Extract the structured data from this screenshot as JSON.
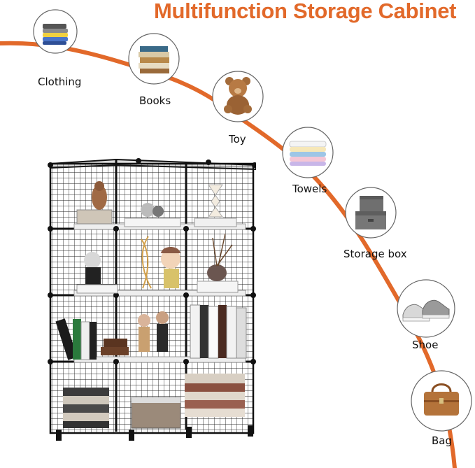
{
  "title": "Multifunction  Storage Cabinet",
  "accent_color": "#e2692a",
  "items": [
    {
      "label": "Clothing",
      "icon": "folded-clothes-icon"
    },
    {
      "label": "Books",
      "icon": "book-stack-icon"
    },
    {
      "label": "Toy",
      "icon": "teddy-bear-icon"
    },
    {
      "label": "Towels",
      "icon": "towel-stack-icon"
    },
    {
      "label": "Storage box",
      "icon": "storage-box-icon"
    },
    {
      "label": "Shoe",
      "icon": "sneakers-icon"
    },
    {
      "label": "Bag",
      "icon": "handbag-icon"
    }
  ],
  "product_image": "wire-cube-storage-cabinet"
}
